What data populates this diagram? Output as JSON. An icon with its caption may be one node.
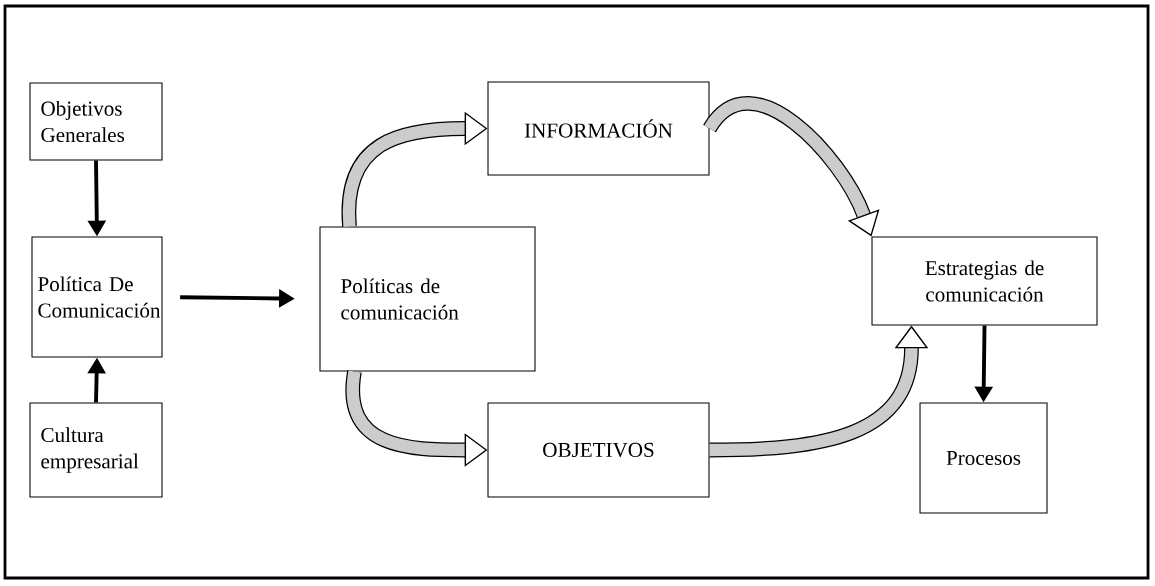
{
  "diagram": {
    "nodes": [
      {
        "text": [
          "Objetivos Generales"
        ]
      },
      {
        "text": [
          "Política De Comunicación"
        ]
      },
      {
        "text": [
          "Cultura empresarial"
        ]
      },
      {
        "text": [
          "Políticas de comunicación"
        ]
      },
      {
        "text": [
          "INFORMACIÓN"
        ]
      },
      {
        "text": [
          "OBJETIVOS"
        ]
      },
      {
        "text": [
          "Estrategias de comunicación"
        ]
      },
      {
        "text": [
          "Procesos"
        ]
      }
    ],
    "edges": [
      {
        "from": 0,
        "to": 1,
        "arrow": "to"
      },
      {
        "from": 2,
        "to": 1,
        "arrow": "to"
      },
      {
        "from": 1,
        "to": 3,
        "arrow": "to"
      },
      {
        "from": 3,
        "to": 4,
        "arrow": "to",
        "style": "thick"
      },
      {
        "from": 4,
        "to": 6,
        "arrow": "to",
        "style": "thick"
      },
      {
        "from": 3,
        "to": 5,
        "arrow": "to",
        "style": "thick"
      },
      {
        "from": 5,
        "to": 6,
        "arrow": "to",
        "style": "thick"
      },
      {
        "from": 6,
        "to": 7,
        "arrow": "to"
      }
    ]
  }
}
